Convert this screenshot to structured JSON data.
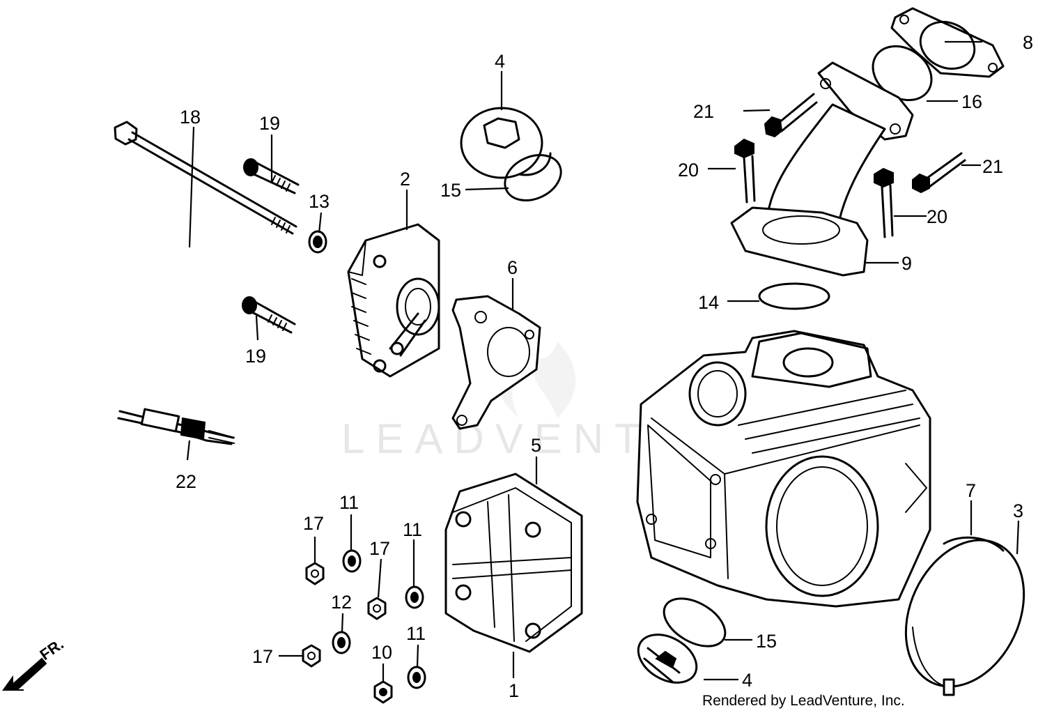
{
  "watermark": "LEADVENTURE",
  "credit": "Rendered by LeadVenture, Inc.",
  "front_arrow_label": "FR.",
  "callouts": {
    "c1": "1",
    "c2": "2",
    "c3": "3",
    "c4a": "4",
    "c4b": "4",
    "c5": "5",
    "c6": "6",
    "c7": "7",
    "c8": "8",
    "c9": "9",
    "c10": "10",
    "c11a": "11",
    "c11b": "11",
    "c11c": "11",
    "c12": "12",
    "c13": "13",
    "c14": "14",
    "c15a": "15",
    "c15b": "15",
    "c16": "16",
    "c17a": "17",
    "c17b": "17",
    "c17c": "17",
    "c18": "18",
    "c19a": "19",
    "c19b": "19",
    "c20a": "20",
    "c20b": "20",
    "c21a": "21",
    "c21b": "21",
    "c22": "22"
  }
}
